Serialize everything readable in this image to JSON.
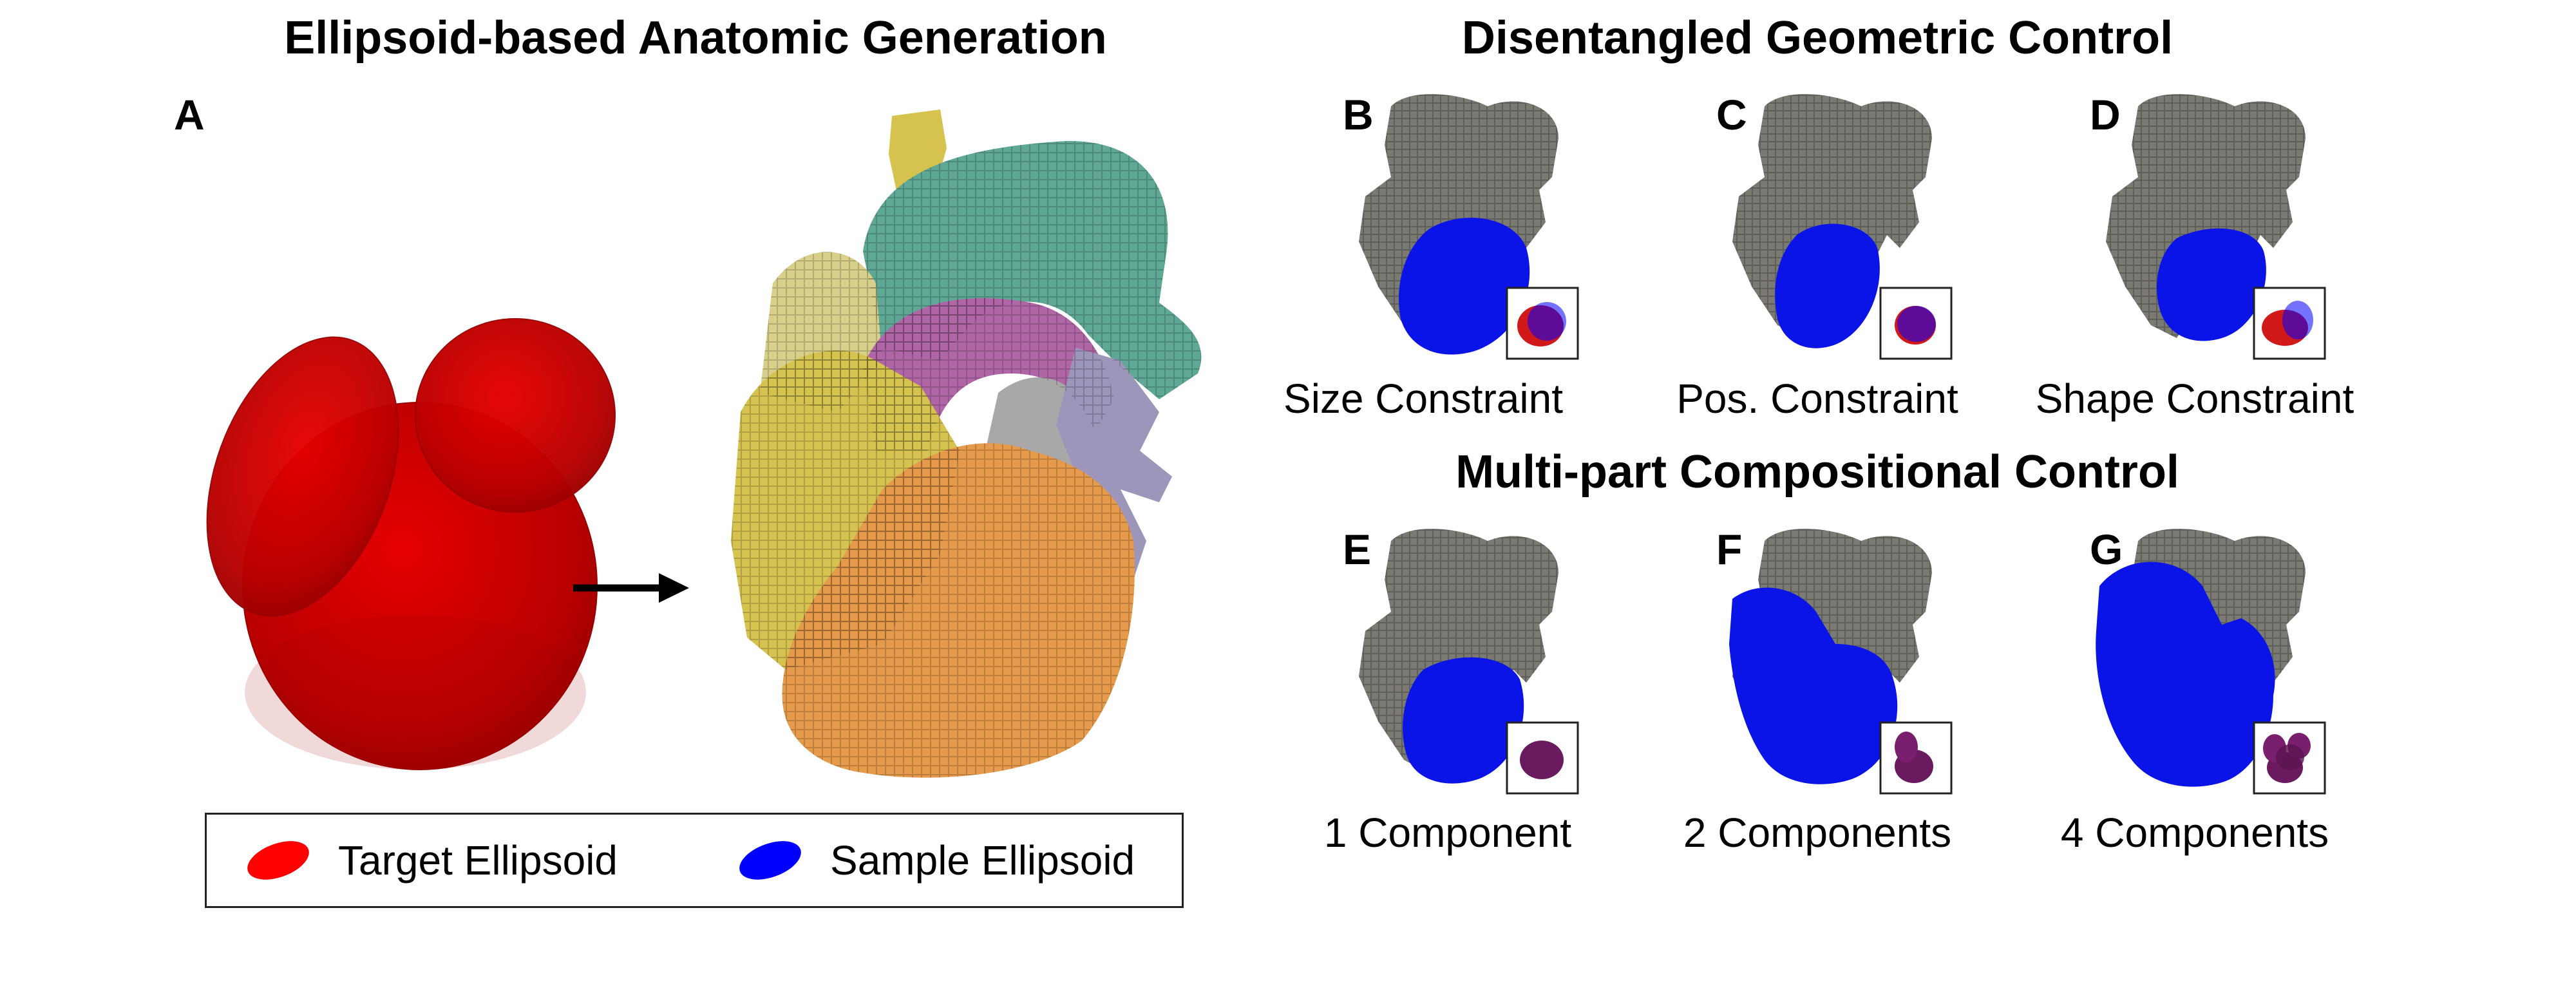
{
  "titles": {
    "left": "Ellipsoid-based Anatomic Generation",
    "top_right": "Disentangled Geometric Control",
    "bottom_right": "Multi-part Compositional Control"
  },
  "panels": {
    "A": {
      "letter": "A"
    },
    "B": {
      "letter": "B",
      "caption": "Size Constraint"
    },
    "C": {
      "letter": "C",
      "caption": "Pos. Constraint"
    },
    "D": {
      "letter": "D",
      "caption": "Shape Constraint"
    },
    "E": {
      "letter": "E",
      "caption": "1 Component"
    },
    "F": {
      "letter": "F",
      "caption": "2 Components"
    },
    "G": {
      "letter": "G",
      "caption": "4 Components"
    }
  },
  "legend": {
    "target": {
      "label": "Target Ellipsoid",
      "color": "#ff0000"
    },
    "sample": {
      "label": "Sample Ellipsoid",
      "color": "#0000ff"
    }
  },
  "colors": {
    "ellipsoid_red": "#cc0000",
    "sample_blue": "#0a14e6",
    "heart_gray": "#7a7a72",
    "aorta_teal": "#5fa896",
    "artery_purple": "#b066a6",
    "atrium_yellow": "#d6c24e",
    "pale_yellow": "#d8d08a",
    "ventricle_orange": "#e69a4c",
    "vein_lavender": "#9d96bb",
    "vessel_gray": "#a8a8a8",
    "overlap_purple": "#6a1a5e"
  }
}
